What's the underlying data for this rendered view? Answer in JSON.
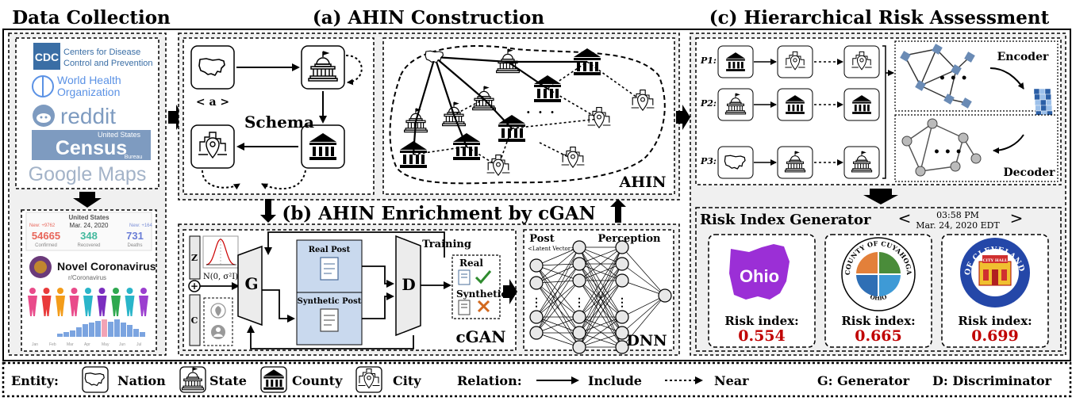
{
  "titles": {
    "data_collection": "Data Collection",
    "construction": "(a) AHIN Construction",
    "enrichment": "(b) AHIN Enrichment by cGAN",
    "assessment": "(c) Hierarchical Risk Assessment"
  },
  "sources": {
    "cdc_logo": "CDC",
    "cdc_line1": "Centers for Disease",
    "cdc_line2": "Control and Prevention",
    "who_line1": "World Health",
    "who_line2": "Organization",
    "reddit": "reddit",
    "census_top": "United States",
    "census_main": "Census",
    "census_sub": "Bureau",
    "maps": "Google Maps"
  },
  "covid_card": {
    "country": "United States",
    "new_conf": "New: +9762",
    "date": "Mar. 24, 2020",
    "new_death": "New: +164",
    "confirmed": "54665",
    "recovered": "348",
    "deaths": "731",
    "confirmed_label": "Confirmed",
    "recovered_label": "Recovered",
    "deaths_label": "Deaths",
    "months": [
      "Jan",
      "Feb",
      "Mar",
      "Apr",
      "May",
      "Jun",
      "Jul"
    ]
  },
  "reddit_card": {
    "title": "Novel Coronavirus",
    "subreddit": "r/Coronavirus"
  },
  "construction": {
    "node_label": "< a >",
    "schema": "Schema",
    "ahin": "AHIN"
  },
  "cgan": {
    "z": "Z",
    "c": "C",
    "noise": "N(0, σ²I)",
    "g": "G",
    "d": "D",
    "training": "Training",
    "real_post": "Real Post",
    "synthetic_post": "Synthetic Post",
    "real": "Real",
    "synthetic": "Synthetic",
    "name": "cGAN",
    "plus": "+"
  },
  "dnn": {
    "post": "Post",
    "latent": "<Latent Vector>",
    "perception": "Perception",
    "name": "DNN",
    "dots": "⋮"
  },
  "assessment": {
    "paths": [
      "P1:",
      "P2:",
      "P3:"
    ],
    "encoder": "Encoder",
    "decoder": "Decoder",
    "dots": "• • •"
  },
  "risk": {
    "title": "Risk Index Generator",
    "time": "03:58 PM",
    "date": "Mar. 24, 2020 EDT",
    "nav_left": "<",
    "nav_right": ">",
    "label": "Risk index:",
    "ohio": "Ohio",
    "values": [
      "0.554",
      "0.665",
      "0.699"
    ],
    "cuyahoga_top": "COUNTY OF CUYAHOGA",
    "cuyahoga_bottom": "OHIO",
    "cleveland_seal": "CITY OF CLEVELAND OHIO",
    "cleveland_badge": "CITY HALL"
  },
  "legend": {
    "entity": "Entity:",
    "nation": "Nation",
    "state": "State",
    "county": "County",
    "city": "City",
    "relation": "Relation:",
    "include": "Include",
    "near": "Near",
    "g": "G: Generator",
    "d": "D: Discriminator"
  },
  "colors": {
    "panel": "#f0f0f0",
    "cdc_blue": "#3a6ea5",
    "reddit_orange": "#ff4500",
    "risk_red": "#c00000",
    "ohio_purple": "#9b2fd6",
    "post_blue": "#c9d9ee",
    "check_green": "#2e8b2e",
    "cross_orange": "#d2691e"
  }
}
